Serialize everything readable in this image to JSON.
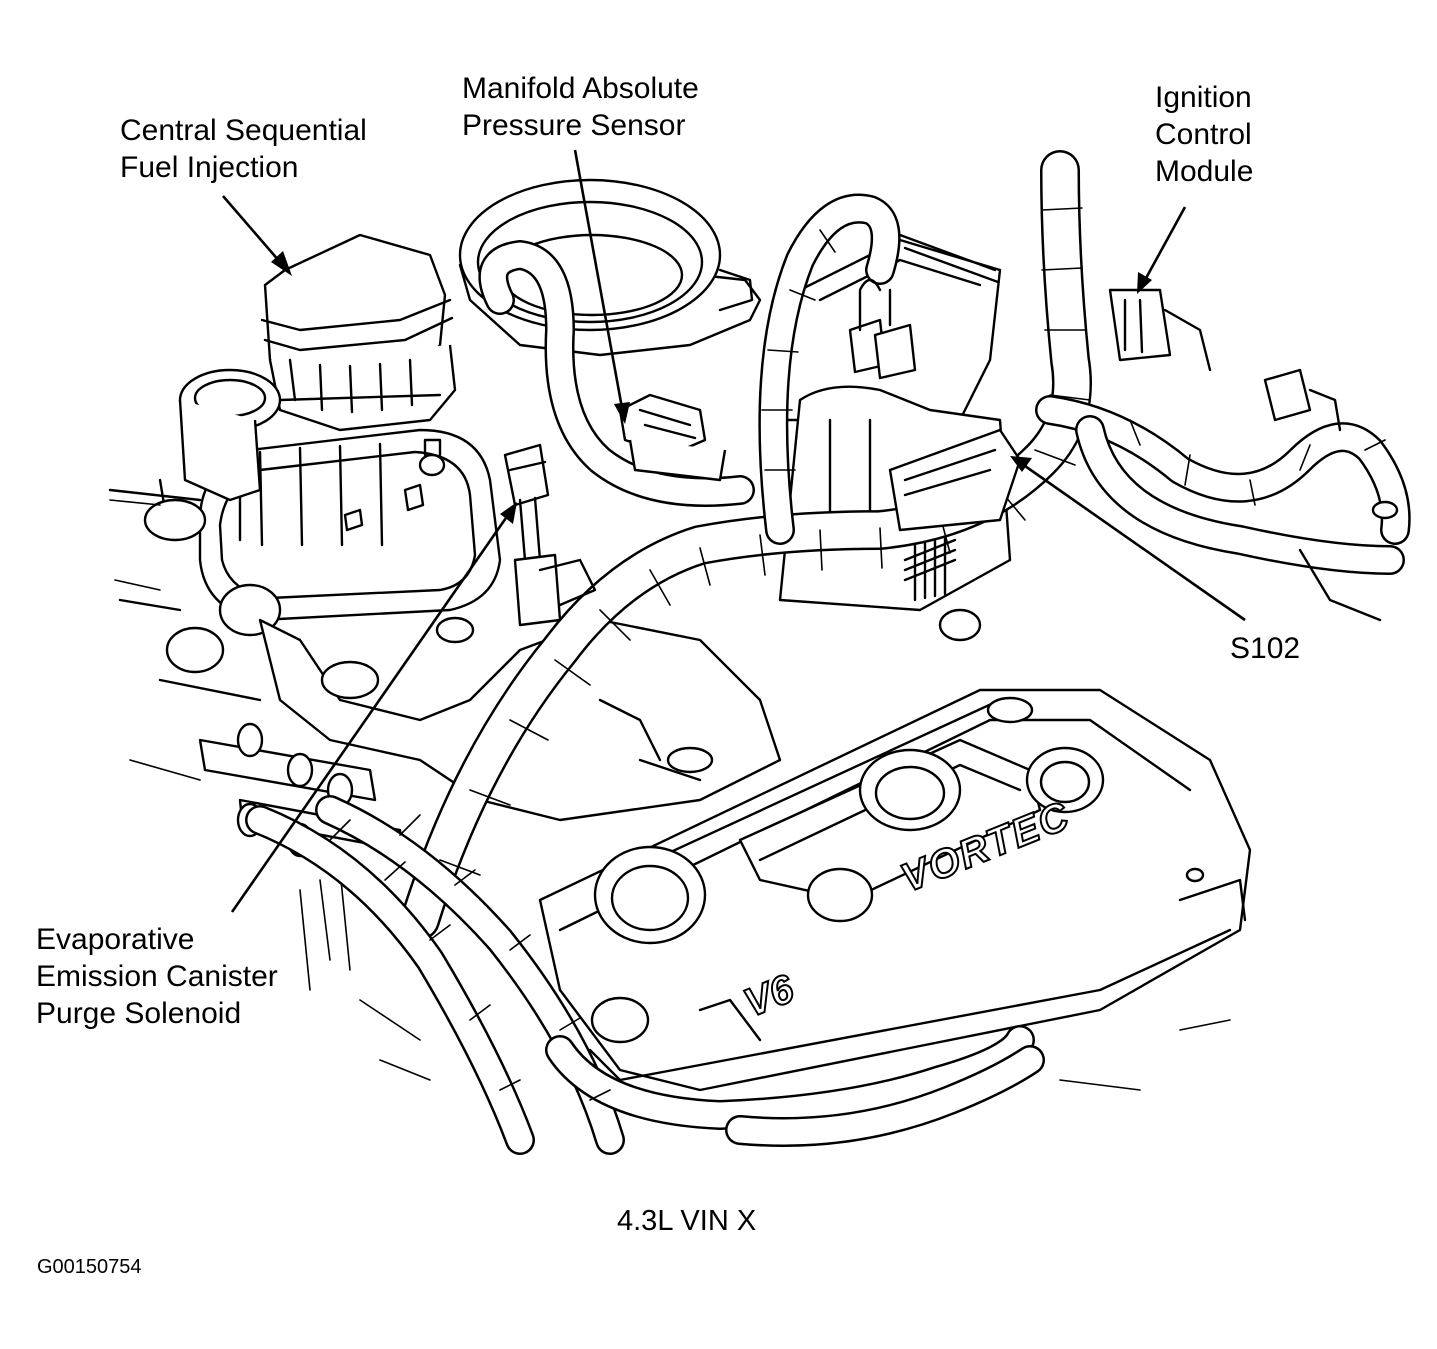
{
  "labels": {
    "csfi": [
      "Central Sequential",
      "Fuel Injection"
    ],
    "map": [
      "Manifold Absolute",
      "Pressure Sensor"
    ],
    "icm": [
      "Ignition",
      "Control",
      "Module"
    ],
    "s102": "S102",
    "evap": [
      "Evaporative",
      "Emission Canister",
      "Purge Solenoid"
    ]
  },
  "engine_markings": {
    "brand": "VORTEC",
    "config": "V6"
  },
  "caption": "4.3L VIN X",
  "figure_id": "G00150754"
}
